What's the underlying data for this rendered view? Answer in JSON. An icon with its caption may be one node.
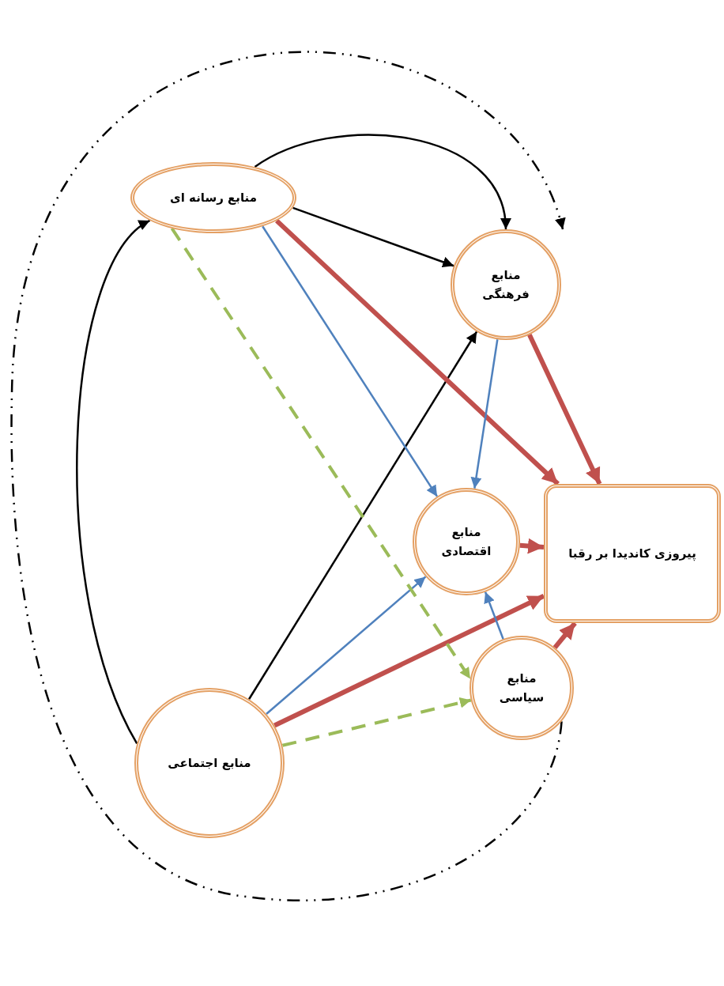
{
  "diagram": {
    "nodes": [
      {
        "text": [
          "منابع رسانه ای"
        ]
      },
      {
        "text": [
          "منابع فرهنگی"
        ]
      },
      {
        "text": [
          "منابع اقتصادی"
        ]
      },
      {
        "text": [
          "پیروزی کاندیدا بر رقبا"
        ]
      },
      {
        "text": [
          "منابع سیاسی"
        ]
      },
      {
        "text": [
          "منابع اجتماعی"
        ]
      }
    ],
    "edges": [
      {
        "from": 0,
        "to": 1,
        "arrow": "to",
        "color": "#000000"
      },
      {
        "from": 0,
        "to": 1,
        "arrow": "to",
        "color": "#000000"
      },
      {
        "from": 5,
        "to": 0,
        "arrow": "to",
        "color": "#000000"
      },
      {
        "from": 5,
        "to": 1,
        "arrow": "to",
        "color": "#000000"
      },
      {
        "from": 0,
        "to": 3,
        "arrow": "to",
        "style": "thick",
        "color": "#c0504d"
      },
      {
        "from": 0,
        "to": 2,
        "arrow": "to",
        "color": "#4f81bd"
      },
      {
        "from": 1,
        "to": 3,
        "arrow": "to",
        "style": "thick",
        "color": "#c0504d"
      },
      {
        "from": 1,
        "to": 2,
        "arrow": "to",
        "color": "#4f81bd"
      },
      {
        "from": 2,
        "to": 3,
        "arrow": "to",
        "style": "thick",
        "color": "#c0504d"
      },
      {
        "from": 5,
        "to": 2,
        "arrow": "to",
        "color": "#4f81bd"
      },
      {
        "from": 5,
        "to": 3,
        "arrow": "to",
        "style": "thick",
        "color": "#c0504d"
      },
      {
        "from": 4,
        "to": 2,
        "arrow": "to",
        "color": "#4f81bd"
      },
      {
        "from": 4,
        "to": 3,
        "arrow": "to",
        "style": "thick",
        "color": "#c0504d"
      },
      {
        "from": 0,
        "to": 4,
        "arrow": "to",
        "style": "dashed",
        "color": "#9bbb59"
      },
      {
        "from": 5,
        "to": 4,
        "arrow": "to",
        "style": "dashed",
        "color": "#9bbb59"
      },
      {
        "from": 4,
        "to": 1,
        "arrow": "to",
        "style": "dashed",
        "color": "#000000"
      }
    ]
  }
}
